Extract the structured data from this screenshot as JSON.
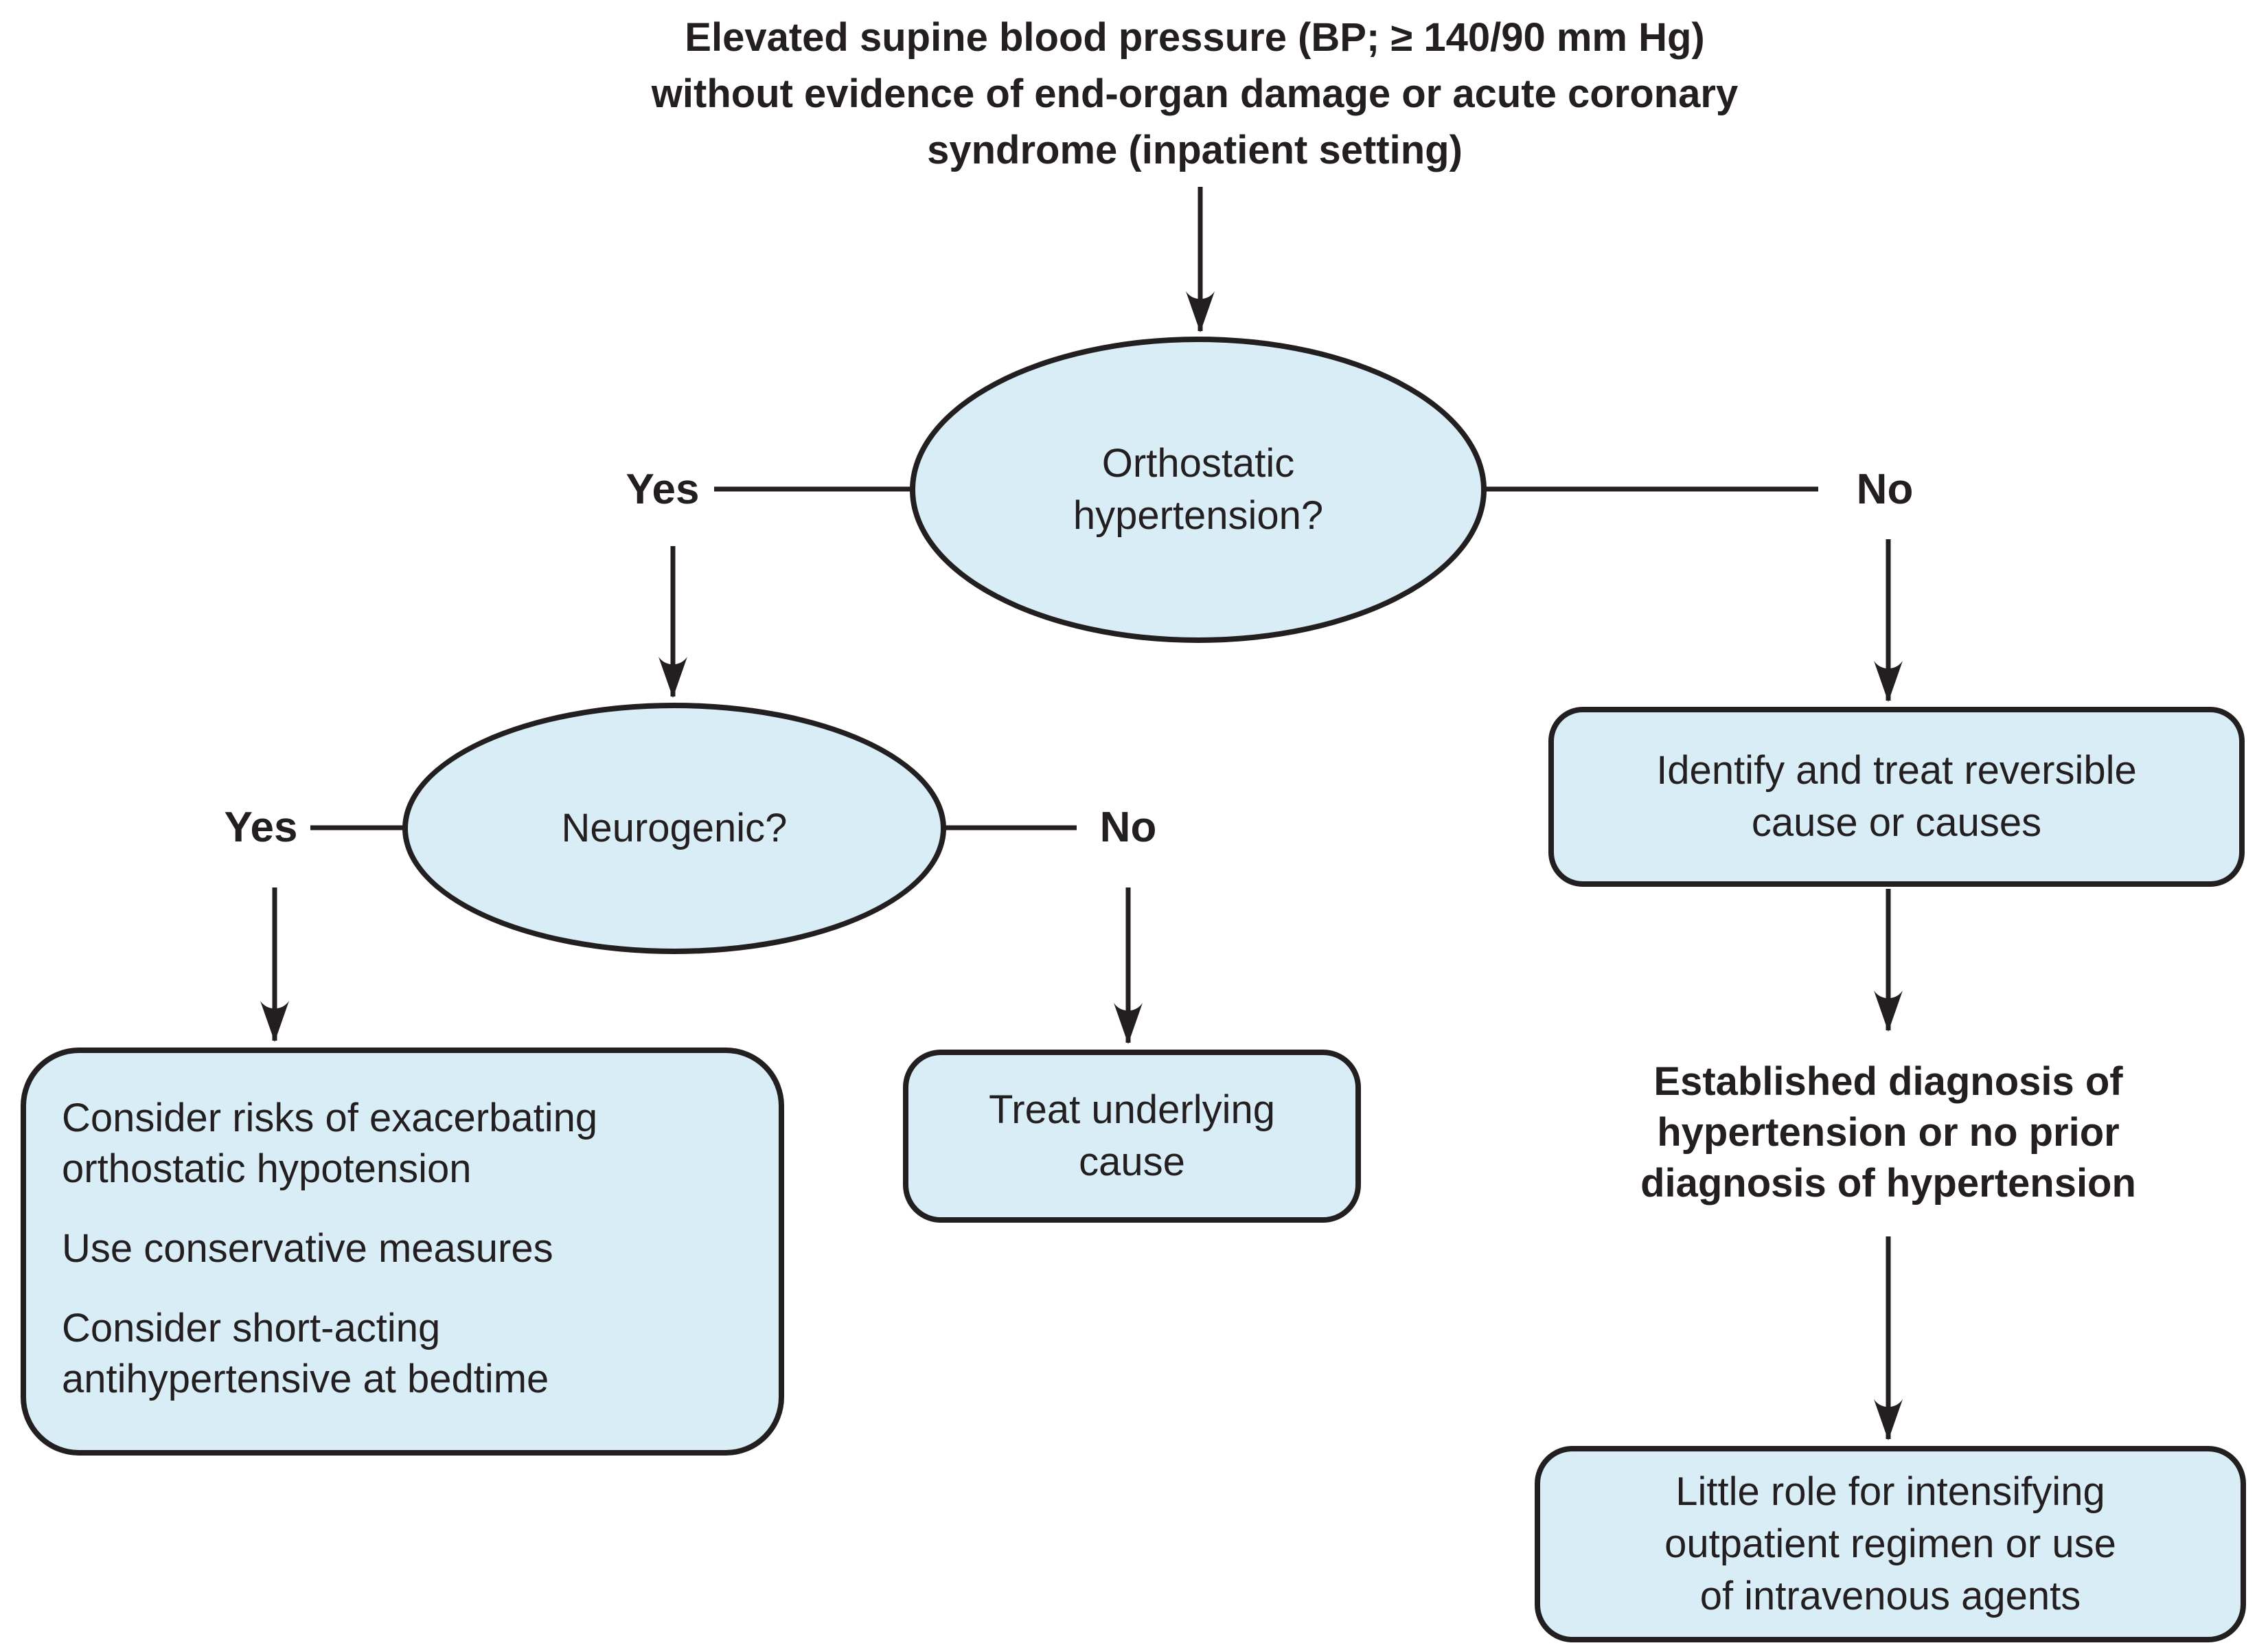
{
  "colors": {
    "node_fill": "#d9edf7",
    "ink": "#231f20",
    "background": "#ffffff"
  },
  "start": {
    "lines": [
      "Elevated supine blood pressure (BP; ≥ 140/90 mm Hg)",
      "without evidence of end-organ damage or acute coronary",
      "syndrome (inpatient setting)"
    ]
  },
  "decisions": {
    "orthostatic": {
      "label": "Orthostatic hypertension?"
    },
    "neurogenic": {
      "label": "Neurogenic?"
    }
  },
  "branches": {
    "orthostatic_yes": "Yes",
    "orthostatic_no": "No",
    "neurogenic_yes": "Yes",
    "neurogenic_no": "No"
  },
  "boxes": {
    "consider": {
      "paragraphs": [
        [
          "Consider risks of exacerbating",
          "orthostatic hypotension"
        ],
        [
          "Use conservative measures"
        ],
        [
          "Consider short-acting",
          "antihypertensive at bedtime"
        ]
      ]
    },
    "treat": {
      "lines": [
        "Treat underlying",
        "cause"
      ]
    },
    "identify": {
      "lines": [
        "Identify and treat reversible",
        "cause or causes"
      ]
    },
    "little_role": {
      "lines": [
        "Little role for intensifying",
        "outpatient regimen or use",
        "of intravenous agents"
      ]
    }
  },
  "milestone": {
    "lines": [
      "Established diagnosis of",
      "hypertension or no prior",
      "diagnosis of hypertension"
    ]
  }
}
